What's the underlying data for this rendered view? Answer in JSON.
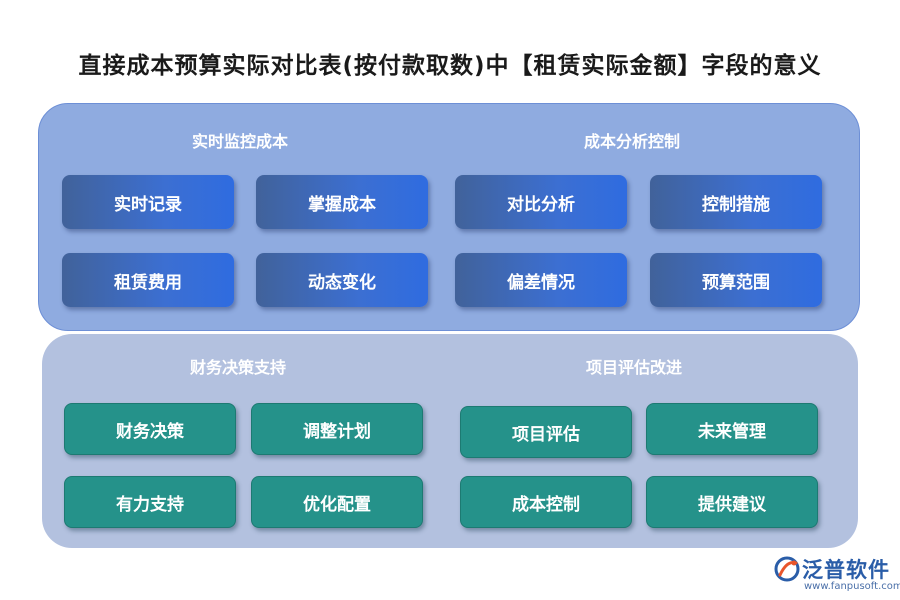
{
  "title": "直接成本预算实际对比表(按付款取数)中【租赁实际金额】字段的意义",
  "top_panel": {
    "left_section": {
      "title": "实时监控成本",
      "items": [
        "实时记录",
        "掌握成本",
        "租赁费用",
        "动态变化"
      ]
    },
    "right_section": {
      "title": "成本分析控制",
      "items": [
        "对比分析",
        "控制措施",
        "偏差情况",
        "预算范围"
      ]
    }
  },
  "bottom_panel": {
    "left_section": {
      "title": "财务决策支持",
      "items": [
        "财务决策",
        "调整计划",
        "有力支持",
        "优化配置"
      ]
    },
    "right_section": {
      "title": "项目评估改进",
      "items": [
        "项目评估",
        "未来管理",
        "成本控制",
        "提供建议"
      ]
    }
  },
  "logo": {
    "name": "泛普软件",
    "url": "www.fanpusoft.com"
  },
  "colors": {
    "top_panel": "#8fabe0",
    "bottom_panel": "#b3c1df",
    "blue_box": "#2f6ce0",
    "teal_box": "#25928a",
    "logo": "#2a5da8"
  }
}
